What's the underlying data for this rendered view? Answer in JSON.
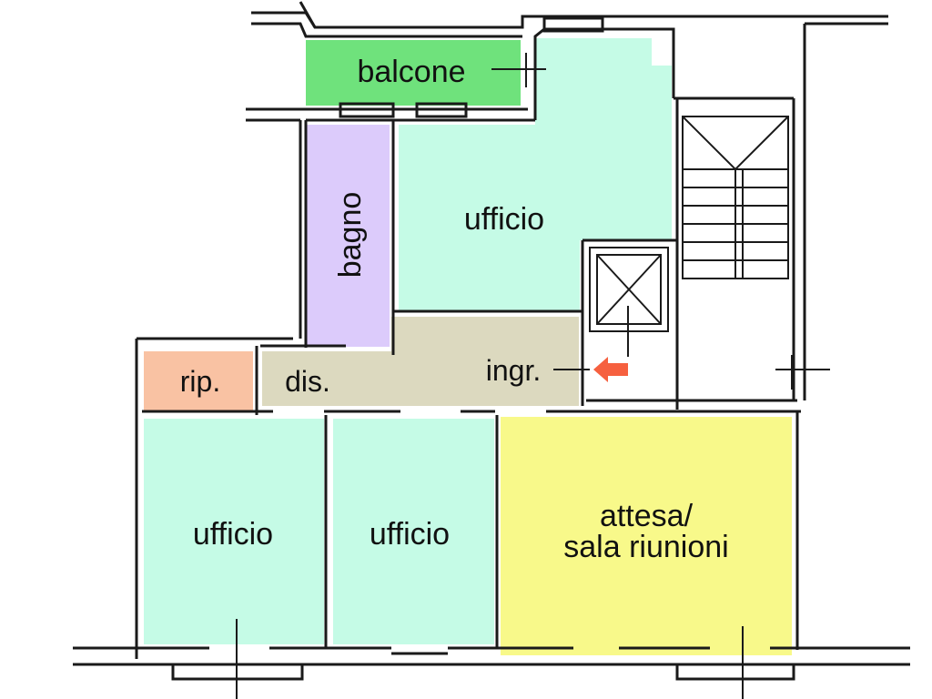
{
  "colors": {
    "balcone": "#6fe27c",
    "ufficio": "#c5fbe6",
    "bagno": "#dccbfb",
    "rip": "#f9c2a3",
    "corridoio": "#dcd9bf",
    "attesa": "#f8f98a",
    "entrance_arrow": "#f6603f",
    "wall": "#1a1a1a"
  },
  "rooms": {
    "balcone": "balcone",
    "ufficio_top": "ufficio",
    "bagno": "bagno",
    "rip": "rip.",
    "dis": "dis.",
    "ingr": "ingr.",
    "ufficio_left": "ufficio",
    "ufficio_mid": "ufficio",
    "attesa_line1": "attesa/",
    "attesa_line2": "sala riunioni"
  },
  "icons": {
    "entrance": "entrance-arrow-icon",
    "elevator": "elevator-icon",
    "stairs": "stairs-icon"
  }
}
